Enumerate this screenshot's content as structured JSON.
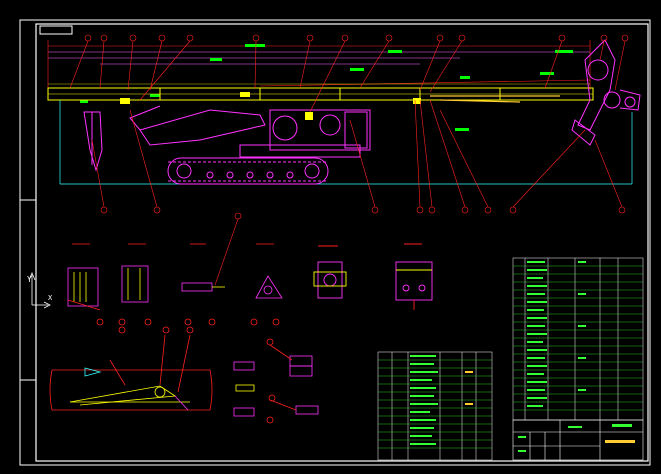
{
  "drawing": {
    "title_tag": "",
    "sheet_text": "",
    "axis_y_label": "Y",
    "axis_x_label": "X",
    "colors": {
      "background": "#000000",
      "frame": "#ffffff",
      "structure": "#ffff00",
      "leader": "#ff2020",
      "machine": "#ff33ff",
      "dimension": "#00ff00",
      "cyan": "#33ffff",
      "gold": "#ffcc33",
      "table_text": "#33ff33"
    },
    "section_views": [
      {
        "id": "sec-a"
      },
      {
        "id": "sec-b"
      },
      {
        "id": "sec-c"
      },
      {
        "id": "sec-d"
      },
      {
        "id": "sec-e"
      },
      {
        "id": "sec-f"
      }
    ]
  }
}
